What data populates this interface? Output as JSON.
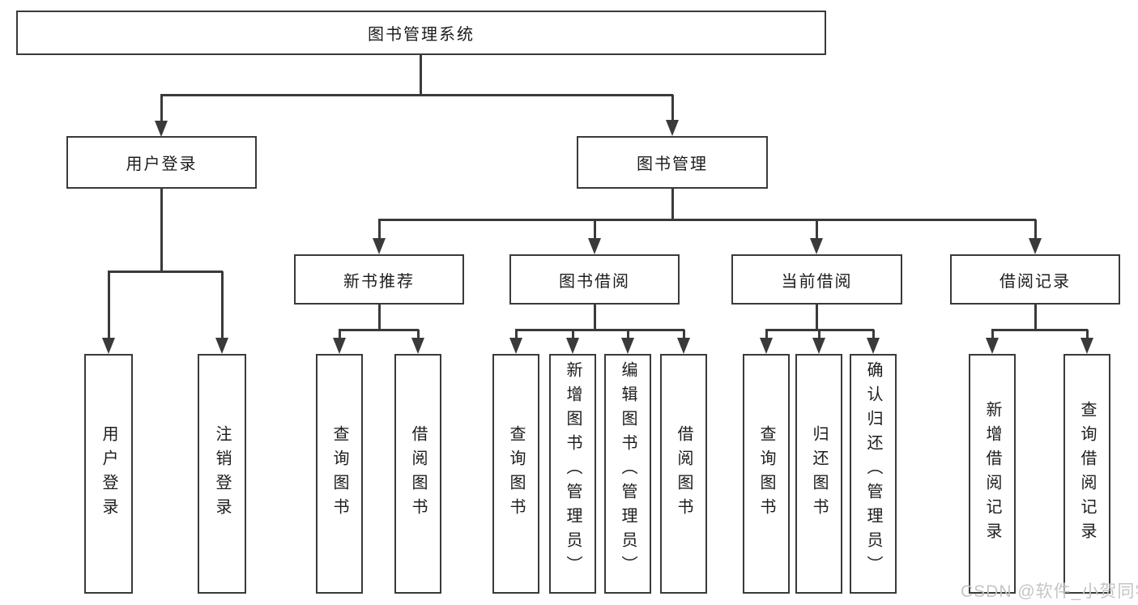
{
  "diagram": {
    "root": {
      "label": "图书管理系统"
    },
    "branches": [
      {
        "label": "用户登录",
        "children": [
          {
            "label": "用户登录"
          },
          {
            "label": "注销登录"
          }
        ]
      },
      {
        "label": "图书管理",
        "children": [
          {
            "label": "新书推荐",
            "children": [
              {
                "label": "查询图书"
              },
              {
                "label": "借阅图书"
              }
            ]
          },
          {
            "label": "图书借阅",
            "children": [
              {
                "label": "查询图书"
              },
              {
                "label": "新增图书（管理员）"
              },
              {
                "label": "编辑图书（管理员）"
              },
              {
                "label": "借阅图书"
              }
            ]
          },
          {
            "label": "当前借阅",
            "children": [
              {
                "label": "查询图书"
              },
              {
                "label": "归还图书"
              },
              {
                "label": "确认归还（管理员）"
              }
            ]
          },
          {
            "label": "借阅记录",
            "children": [
              {
                "label": "新增借阅记录"
              },
              {
                "label": "查询借阅记录"
              }
            ]
          }
        ]
      }
    ]
  },
  "watermark": {
    "text": "CSDN @软件_小贺同学"
  },
  "colors": {
    "line": "#3a3a3a",
    "text": "#1c1c1c",
    "watermark": "#c2c2c2",
    "background": "#ffffff"
  }
}
